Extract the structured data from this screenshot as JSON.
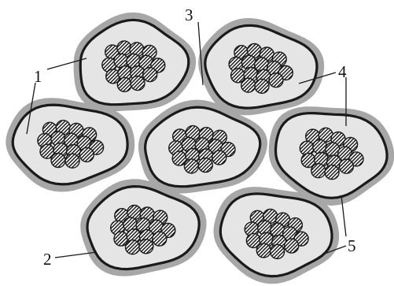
{
  "figure": {
    "labels": [
      {
        "id": "l3",
        "text": "3"
      },
      {
        "id": "l1",
        "text": "1"
      },
      {
        "id": "l4",
        "text": "4"
      },
      {
        "id": "l2",
        "text": "2"
      },
      {
        "id": "l5",
        "text": "5"
      }
    ]
  },
  "colors": {
    "background": "#ffffff",
    "outer_sheath": "#a7a7a7",
    "cell_fill": "#e5e5e5",
    "outline": "#1a1a1a"
  }
}
